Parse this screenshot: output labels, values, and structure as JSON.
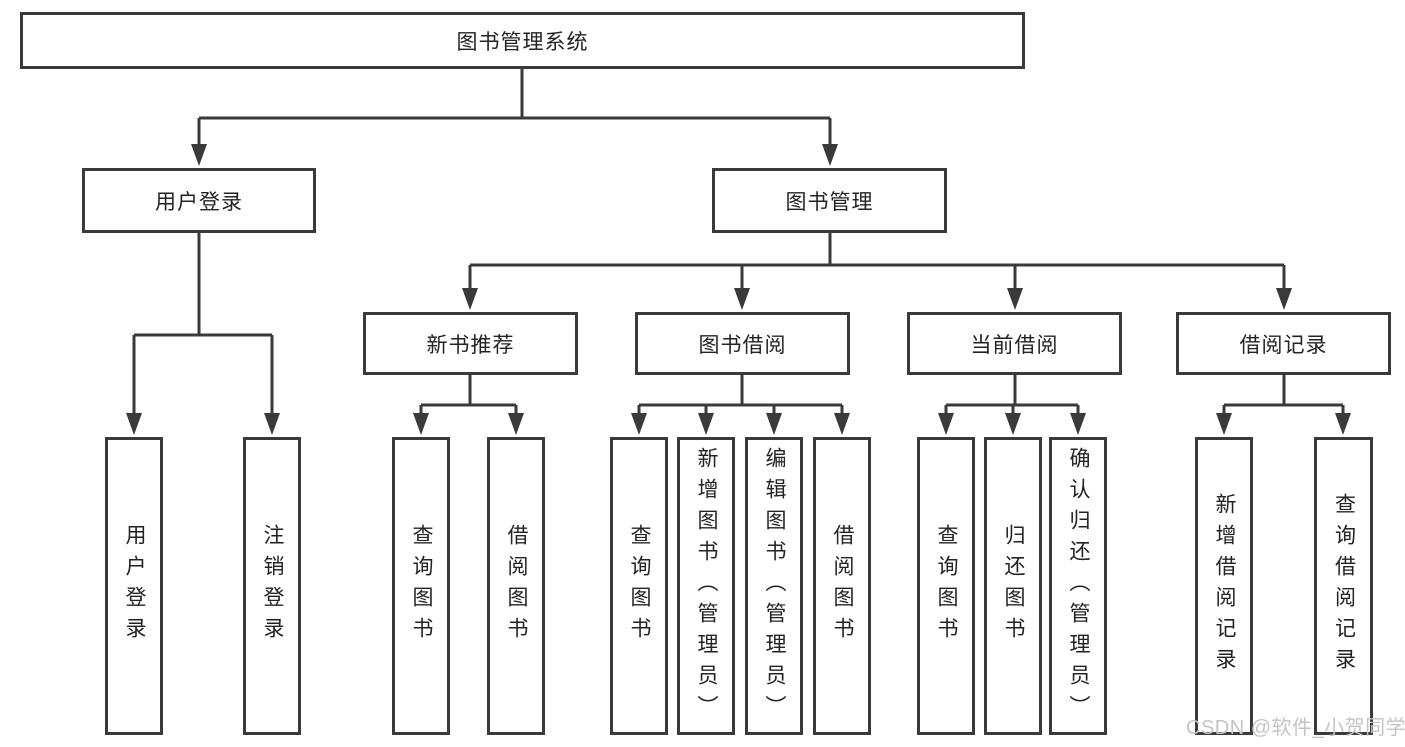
{
  "diagram": {
    "type": "hierarchy-diagram",
    "line_color": "#3a3a3a",
    "box_fill": "#ffffff",
    "text_color": "#232323",
    "background": "#ffffff"
  },
  "tree": {
    "label": "图书管理系统",
    "children": [
      {
        "label": "用户登录",
        "children": [
          {
            "label": "用户登录"
          },
          {
            "label": "注销登录"
          }
        ]
      },
      {
        "label": "图书管理",
        "children": [
          {
            "label": "新书推荐",
            "children": [
              {
                "label": "查询图书"
              },
              {
                "label": "借阅图书"
              }
            ]
          },
          {
            "label": "图书借阅",
            "children": [
              {
                "label": "查询图书"
              },
              {
                "label": "新增图书（管理员）"
              },
              {
                "label": "编辑图书（管理员）"
              },
              {
                "label": "借阅图书"
              }
            ]
          },
          {
            "label": "当前借阅",
            "children": [
              {
                "label": "查询图书"
              },
              {
                "label": "归还图书"
              },
              {
                "label": "确认归还（管理员）"
              }
            ]
          },
          {
            "label": "借阅记录",
            "children": [
              {
                "label": "新增借阅记录"
              },
              {
                "label": "查询借阅记录"
              }
            ]
          }
        ]
      }
    ]
  },
  "watermark": {
    "text": "CSDN @软件_小贺同学",
    "color": "#c5c5c5"
  }
}
